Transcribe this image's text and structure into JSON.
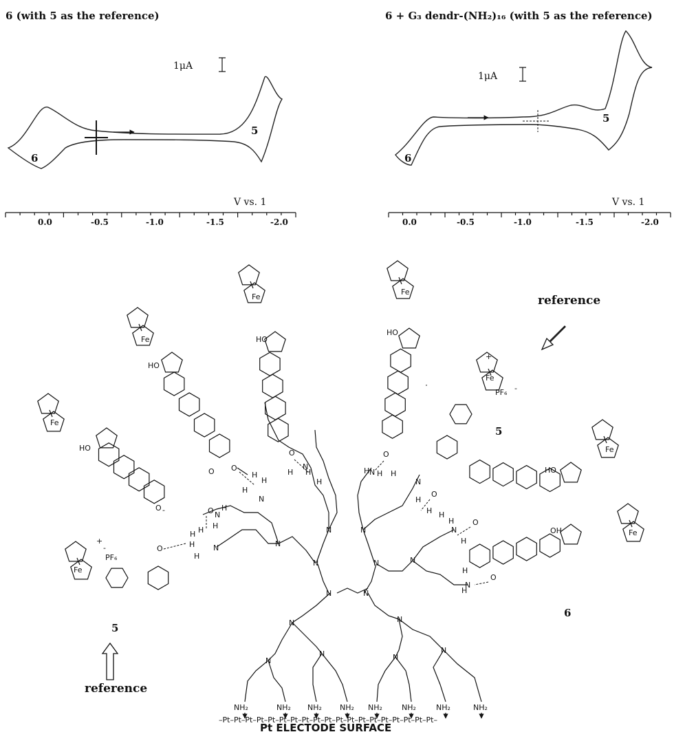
{
  "panels": [
    {
      "title": "6 (with 5 as the reference)",
      "scale_label": "1μA",
      "peak_left": "6",
      "peak_right": "5",
      "axis_label": "V vs. 1",
      "ticks": [
        "0.0",
        "-0.5",
        "-1.0",
        "-1.5",
        "-2.0"
      ]
    },
    {
      "title": "6 + G₃ dendr-(NH₂)₁₆ (with 5 as the reference)",
      "scale_label": "1μA",
      "peak_left": "6",
      "peak_right": "5",
      "axis_label": "V vs. 1",
      "ticks": [
        "0.0",
        "-0.5",
        "-1.0",
        "-1.5",
        "-2.0"
      ]
    }
  ],
  "structure": {
    "fe": "Fe",
    "ho": "HO",
    "oh": "OH",
    "o": "O",
    "h": "H",
    "n": "N",
    "nh2": "NH₂",
    "pf6": "PF₆",
    "minus": "-",
    "plus": "+",
    "label5": "5",
    "label6": "6",
    "reference": "reference",
    "pt_row": "–Pt–Pt–Pt–Pt–Pt–Pt–Pt–Pt–Pt–Pt–Pt–Pt–Pt–Pt–Pt–Pt–Pt–Pt–Pt–",
    "surface_label": "Pt ELECTODE SURFACE"
  }
}
